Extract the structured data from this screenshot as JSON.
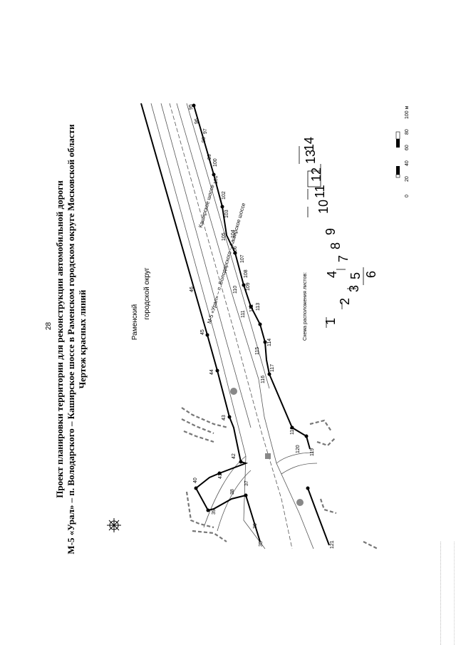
{
  "page_number": "28",
  "title": {
    "line1": "Проект планировки территории для реконструкции автомобильной дороги",
    "line2": "М-5 «Урал» – п. Володарского – Каширское шоссе в Раменском городском округе Московской области",
    "line3": "Чертеж красных линий"
  },
  "map": {
    "district_label_line1": "Раменский",
    "district_label_line2": "городской округ",
    "road_label_1": "М-5 «Урал» – п. Володарского – Каширское шоссе",
    "road_label_2": "Каширское шоссе",
    "point_labels_upper": [
      "35",
      "36",
      "37",
      "38",
      "39",
      "40",
      "41",
      "42",
      "43",
      "44",
      "45",
      "46"
    ],
    "point_labels_lower": [
      "95",
      "96",
      "97",
      "98",
      "99",
      "100",
      "101",
      "102",
      "103",
      "104",
      "105",
      "106",
      "107",
      "108",
      "109",
      "110",
      "111",
      "112",
      "113",
      "114",
      "115",
      "116",
      "117",
      "118",
      "119",
      "120",
      "121"
    ]
  },
  "sheet_scheme": {
    "title": "Схема расположения листов:",
    "sheets": [
      "1",
      "2",
      "3",
      "4",
      "5",
      "6",
      "7",
      "8",
      "9",
      "10",
      "11",
      "12",
      "13",
      "14"
    ],
    "current_sheet": "12"
  },
  "scale_bar": {
    "labels": [
      "0",
      "20",
      "40",
      "60",
      "80",
      "100 м"
    ]
  }
}
